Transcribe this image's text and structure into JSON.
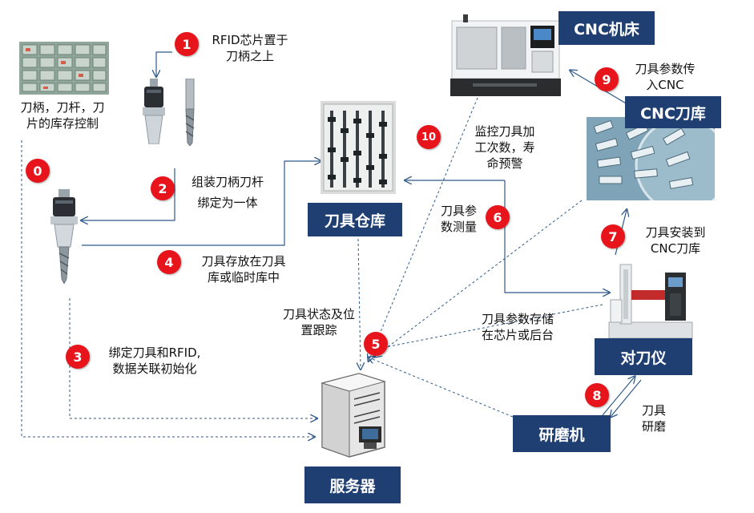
{
  "nodes": {
    "cnc_machine": "CNC机床",
    "cnc_magazine": "CNC刀库",
    "tool_warehouse": "刀具仓库",
    "presetter": "对刀仪",
    "grinder": "研磨机",
    "server": "服务器"
  },
  "labels": {
    "inventory": [
      "刀柄，刀杆，刀",
      "片的库存控制"
    ],
    "step1": [
      "RFID芯片置于",
      "刀柄之上"
    ],
    "step2": [
      "组装刀柄刀杆",
      "绑定为一体"
    ],
    "step3": [
      "绑定刀具和RFID,",
      "数据关联初始化"
    ],
    "step4": [
      "刀具存放在刀具",
      "库或临时库中"
    ],
    "step5": [
      "刀具状态及位",
      "置跟踪"
    ],
    "step6": [
      "刀具参",
      "数测量"
    ],
    "step7": [
      "刀具安装到",
      "CNC刀库"
    ],
    "step8": [
      "刀具",
      "研磨"
    ],
    "step9": [
      "刀具参数传",
      "入CNC"
    ],
    "step10": [
      "监控刀具加",
      "工次数，寿",
      "命预警"
    ],
    "param_store": [
      "刀具参数存储",
      "在芯片或后台"
    ]
  },
  "badges": [
    "0",
    "1",
    "2",
    "3",
    "4",
    "5",
    "6",
    "7",
    "8",
    "9",
    "10"
  ],
  "colors": {
    "badge": "#e8141b",
    "box": "#1f3f73",
    "arrow": "#2f5a8a"
  }
}
